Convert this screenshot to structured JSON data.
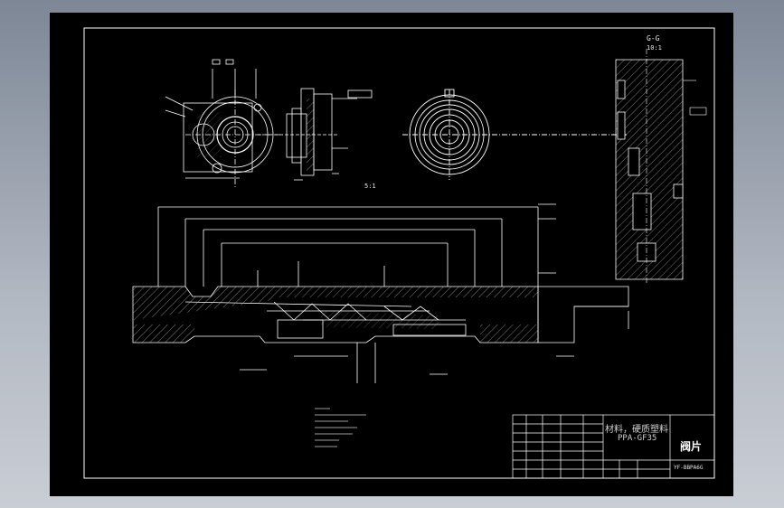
{
  "sections": {
    "view_label": "G-G",
    "view_scale": "10:1",
    "detail_scale": "5:1"
  },
  "title_block": {
    "material_line1": "材料，硬质塑料",
    "material_line2": "PPA-GF35",
    "part_name": "阀片",
    "drawing_no": "YF-BBPA6G"
  },
  "colors": {
    "background": "#000000",
    "line": "#ffffff",
    "accent": "#5bc8ff"
  }
}
